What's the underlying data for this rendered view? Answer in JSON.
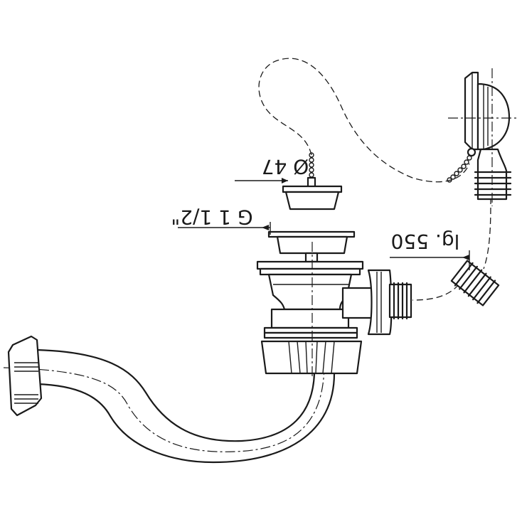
{
  "dimensions": {
    "stopper_diameter": "Ø 47",
    "thread_size": "G 1 1/2\"",
    "chain_length": "lg. 550"
  }
}
